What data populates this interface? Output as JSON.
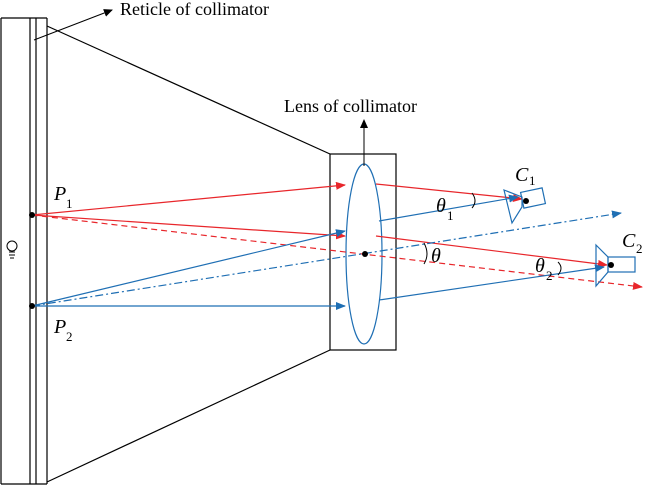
{
  "labels": {
    "reticle": "Reticle of collimator",
    "lens": "Lens of collimator",
    "p1": "P",
    "p1_sub": "1",
    "p2": "P",
    "p2_sub": "2",
    "c1": "C",
    "c1_sub": "1",
    "c2": "C",
    "c2_sub": "2",
    "theta": "θ",
    "theta1": "θ",
    "theta1_sub": "1",
    "theta2": "θ",
    "theta2_sub": "2"
  },
  "colors": {
    "red_rays": "#e8262b",
    "blue_rays": "#1f6fb4",
    "outline": "#000000"
  },
  "icons": {
    "light_source": "light-bulb-icon"
  }
}
